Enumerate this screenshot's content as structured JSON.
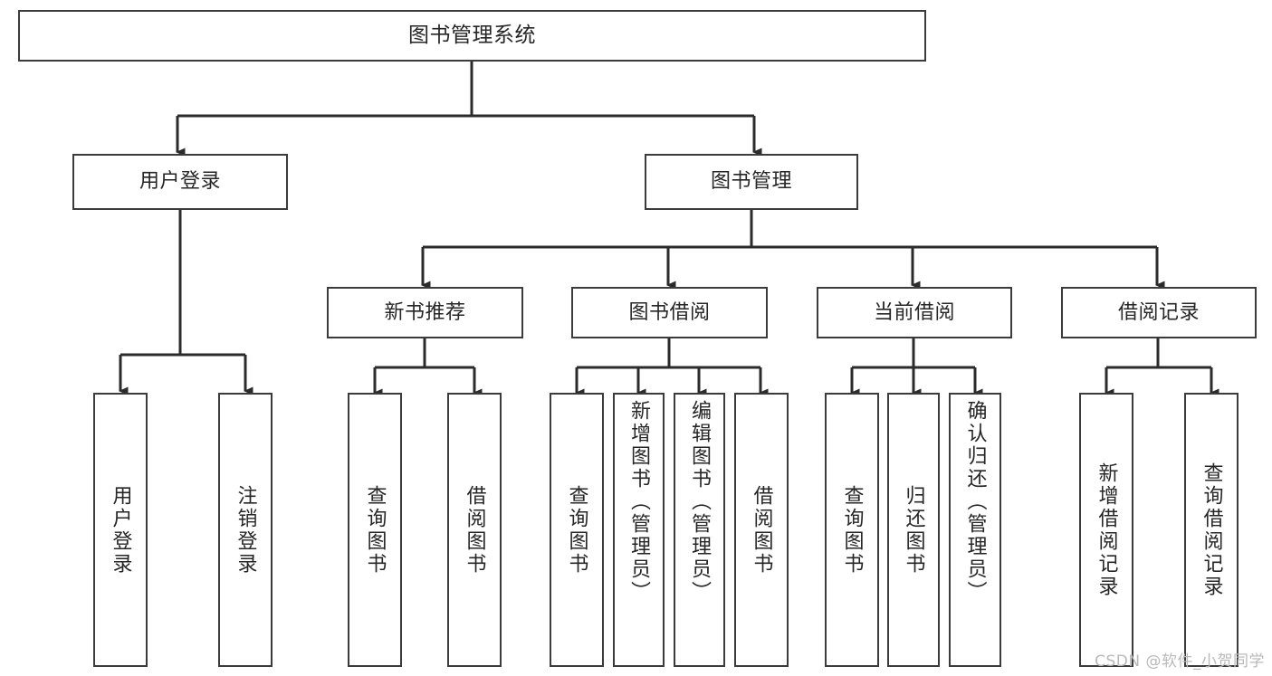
{
  "diagram": {
    "type": "tree",
    "title": "图书管理系统",
    "colors": {
      "box_border": "#3b3b3b",
      "box_fill": "#ffffff",
      "connector": "#2b2b2b",
      "text": "#262626",
      "watermark": "#b9b9b9",
      "background": "#ffffff"
    },
    "root": {
      "label": "图书管理系统"
    },
    "level2": [
      {
        "label": "用户登录"
      },
      {
        "label": "图书管理"
      }
    ],
    "level3": [
      {
        "label": "新书推荐"
      },
      {
        "label": "图书借阅"
      },
      {
        "label": "当前借阅"
      },
      {
        "label": "借阅记录"
      }
    ],
    "leaves": {
      "user_login": [
        {
          "label": "用户登录"
        },
        {
          "label": "注销登录"
        }
      ],
      "new_book": [
        {
          "label": "查询图书"
        },
        {
          "label": "借阅图书"
        }
      ],
      "borrow_book": [
        {
          "label": "查询图书"
        },
        {
          "label": "新增图书（管理员）"
        },
        {
          "label": "编辑图书（管理员）"
        },
        {
          "label": "借阅图书"
        }
      ],
      "current_borrow": [
        {
          "label": "查询图书"
        },
        {
          "label": "归还图书"
        },
        {
          "label": "确认归还（管理员）"
        }
      ],
      "borrow_record": [
        {
          "label": "新增借阅记录"
        },
        {
          "label": "查询借阅记录"
        }
      ]
    }
  },
  "watermark": {
    "text": "CSDN @软件_小贺同学"
  }
}
